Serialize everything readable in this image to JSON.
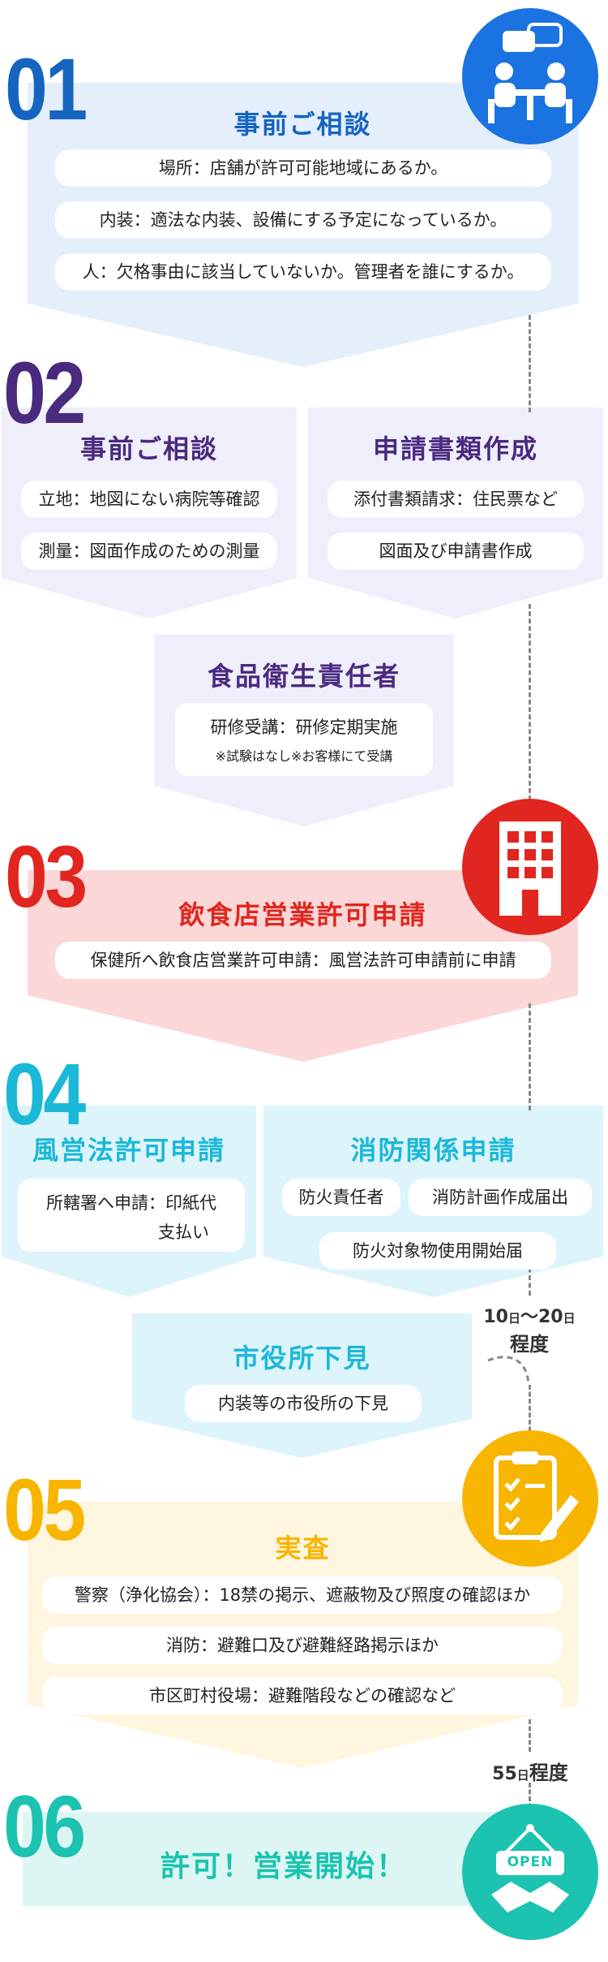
{
  "step01": {
    "number": "01",
    "title": "事前ご相談",
    "items": [
      "場所：店舗が許可可能地域にあるか。",
      "内装：適法な内装、設備にする予定になっているか。",
      "人：欠格事由に該当していないか。管理者を誰にするか。"
    ]
  },
  "step02": {
    "number": "02",
    "left": {
      "title": "事前ご相談",
      "items": [
        "立地：地図にない病院等確認",
        "測量：図面作成のための測量"
      ]
    },
    "right": {
      "title": "申請書類作成",
      "items": [
        "添付書類請求：住民票など",
        "図面及び申請書作成"
      ]
    },
    "sub": {
      "title": "食品衛生責任者",
      "line1": "研修受講：研修定期実施",
      "line2": "※試験はなし※お客様にて受講"
    }
  },
  "step03": {
    "number": "03",
    "title": "飲食店営業許可申請",
    "item": "保健所へ飲食店営業許可申請：風営法許可申請前に申請"
  },
  "step04": {
    "number": "04",
    "left": {
      "title": "風営法許可申請",
      "line1": "所轄署へ申請：印紙代",
      "line2": "支払い"
    },
    "right": {
      "title": "消防関係申請",
      "items": [
        "防火責任者",
        "消防計画作成届出",
        "防火対象物使用開始届"
      ]
    },
    "sub": {
      "title": "市役所下見",
      "item": "内装等の市役所の下見"
    },
    "note": {
      "a": "10",
      "b": "日",
      "c": "〜20",
      "d": "日",
      "e": "程度"
    }
  },
  "step05": {
    "number": "05",
    "title": "実査",
    "items": [
      "警察（浄化協会）：18禁の掲示、遮蔽物及び照度の確認ほか",
      "消防：避難口及び避難経路掲示ほか",
      "市区町村役場：避難階段などの確認など"
    ],
    "note": {
      "a": "55",
      "b": "日",
      "c": "程度"
    }
  },
  "step06": {
    "number": "06",
    "title": "許可！営業開始！",
    "sign": "OPEN"
  },
  "colors": {
    "blue": "#1565c0",
    "purple": "#4a2a7f",
    "red": "#e0261f",
    "cyan": "#1cb8d8",
    "yellow": "#f7b500",
    "teal": "#1bc3b0"
  }
}
